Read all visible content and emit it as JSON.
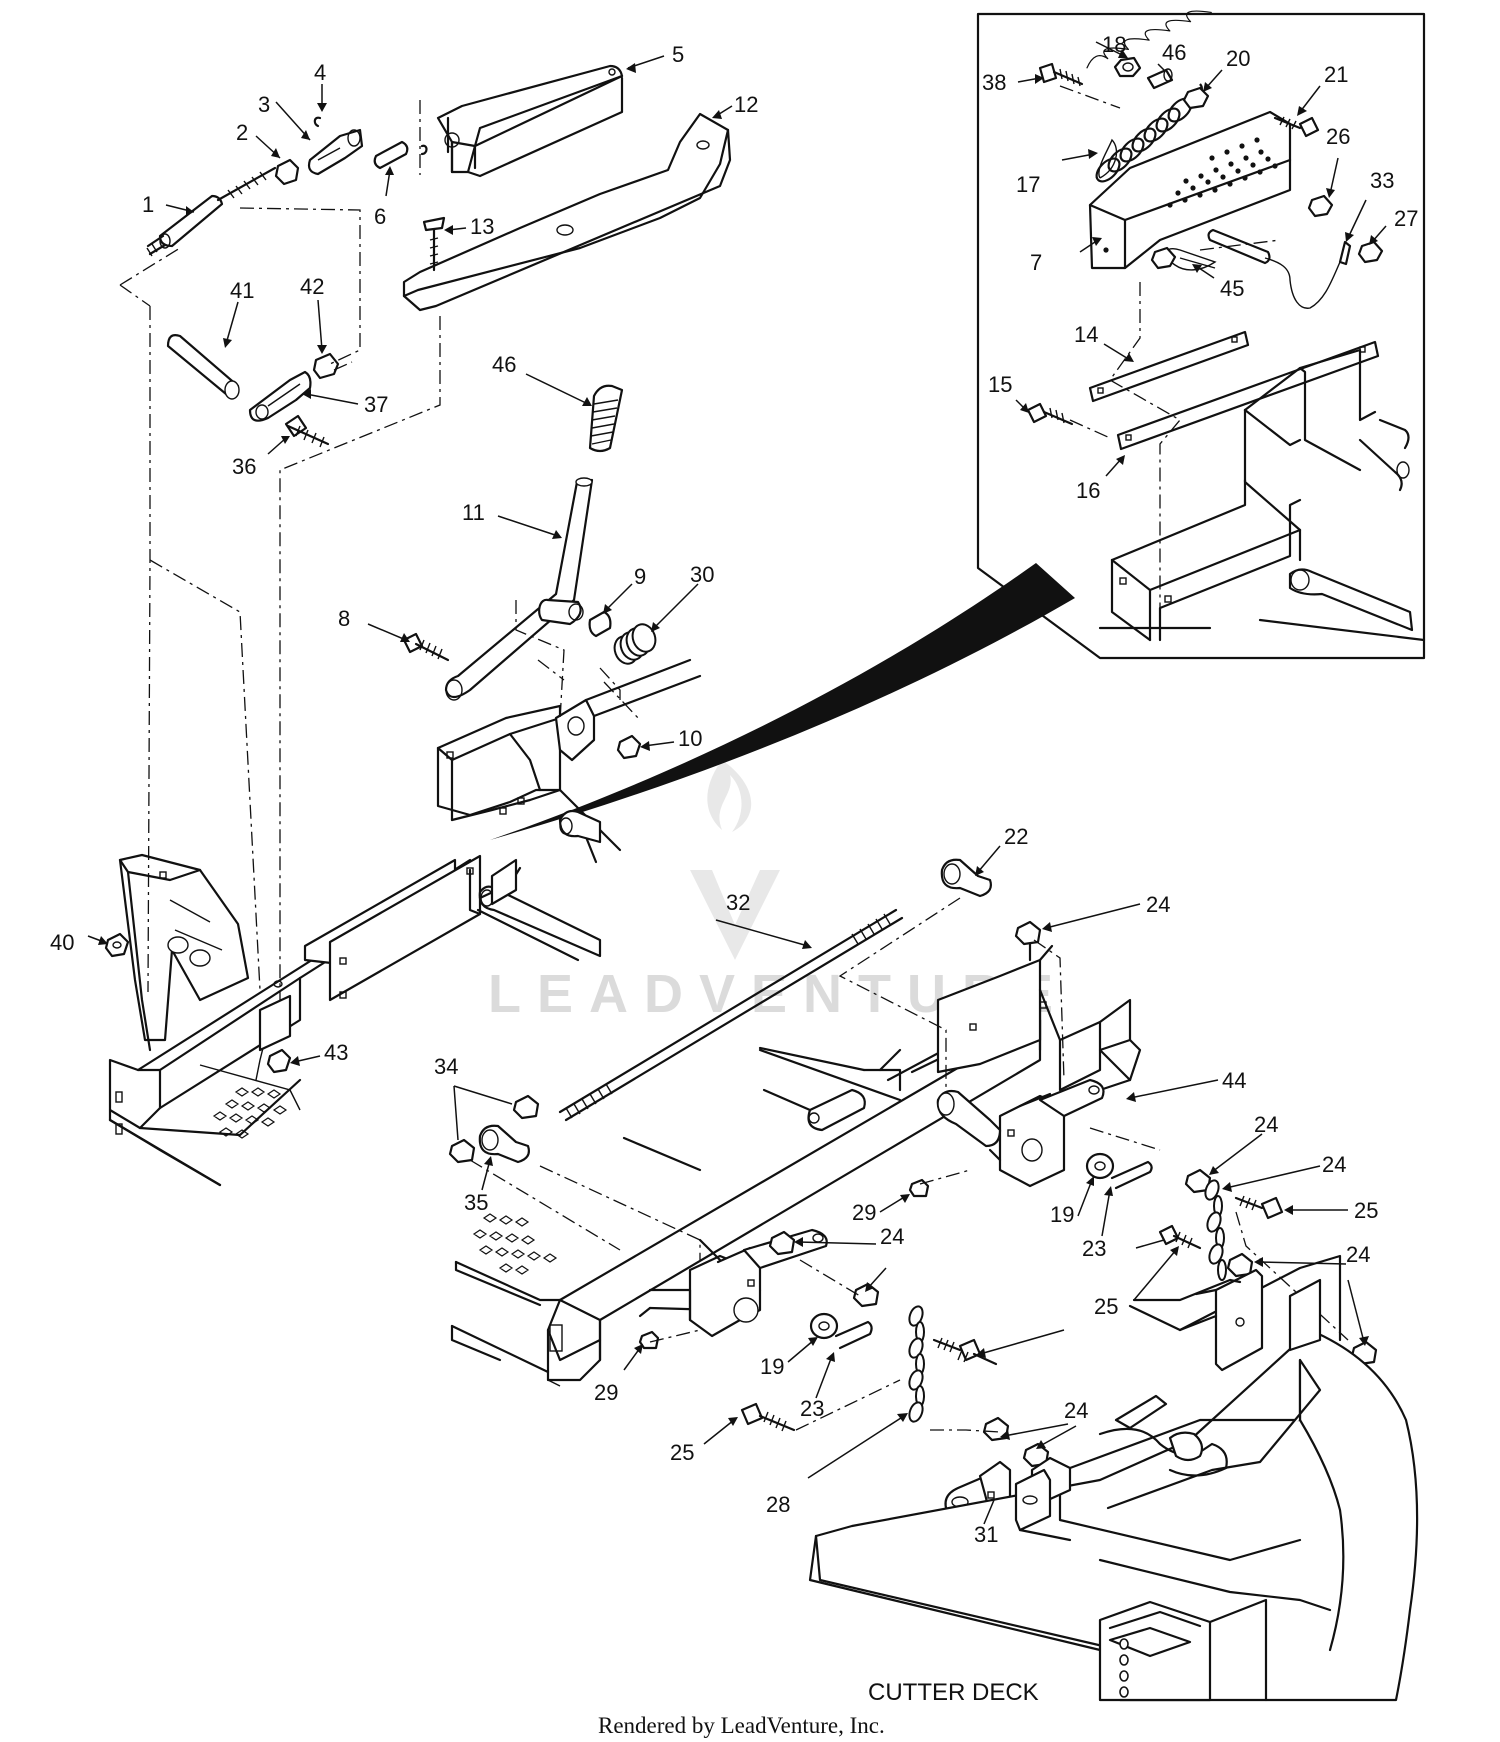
{
  "diagram": {
    "section_label": "CUTTER DECK",
    "footer": "Rendered by LeadVenture, Inc.",
    "watermark": "LEADVENTURE",
    "callouts": [
      {
        "id": "c1",
        "label": "1"
      },
      {
        "id": "c2",
        "label": "2"
      },
      {
        "id": "c3",
        "label": "3"
      },
      {
        "id": "c4",
        "label": "4"
      },
      {
        "id": "c5",
        "label": "5"
      },
      {
        "id": "c6",
        "label": "6"
      },
      {
        "id": "c7",
        "label": "7"
      },
      {
        "id": "c8",
        "label": "8"
      },
      {
        "id": "c9",
        "label": "9"
      },
      {
        "id": "c10",
        "label": "10"
      },
      {
        "id": "c11",
        "label": "11"
      },
      {
        "id": "c12",
        "label": "12"
      },
      {
        "id": "c13",
        "label": "13"
      },
      {
        "id": "c14",
        "label": "14"
      },
      {
        "id": "c15",
        "label": "15"
      },
      {
        "id": "c16",
        "label": "16"
      },
      {
        "id": "c17",
        "label": "17"
      },
      {
        "id": "c18",
        "label": "18"
      },
      {
        "id": "c19a",
        "label": "19"
      },
      {
        "id": "c19b",
        "label": "19"
      },
      {
        "id": "c20",
        "label": "20"
      },
      {
        "id": "c21",
        "label": "21"
      },
      {
        "id": "c22",
        "label": "22"
      },
      {
        "id": "c23a",
        "label": "23"
      },
      {
        "id": "c23b",
        "label": "23"
      },
      {
        "id": "c24a",
        "label": "24"
      },
      {
        "id": "c24b",
        "label": "24"
      },
      {
        "id": "c24c",
        "label": "24"
      },
      {
        "id": "c24d",
        "label": "24"
      },
      {
        "id": "c24e",
        "label": "24"
      },
      {
        "id": "c24f",
        "label": "24"
      },
      {
        "id": "c25a",
        "label": "25"
      },
      {
        "id": "c25b",
        "label": "25"
      },
      {
        "id": "c25c",
        "label": "25"
      },
      {
        "id": "c26",
        "label": "26"
      },
      {
        "id": "c27",
        "label": "27"
      },
      {
        "id": "c28a",
        "label": "28"
      },
      {
        "id": "c28b",
        "label": "28"
      },
      {
        "id": "c29a",
        "label": "29"
      },
      {
        "id": "c29b",
        "label": "29"
      },
      {
        "id": "c30",
        "label": "30"
      },
      {
        "id": "c31",
        "label": "31"
      },
      {
        "id": "c32",
        "label": "32"
      },
      {
        "id": "c33",
        "label": "33"
      },
      {
        "id": "c34",
        "label": "34"
      },
      {
        "id": "c35",
        "label": "35"
      },
      {
        "id": "c36",
        "label": "36"
      },
      {
        "id": "c37",
        "label": "37"
      },
      {
        "id": "c38",
        "label": "38"
      },
      {
        "id": "c40",
        "label": "40"
      },
      {
        "id": "c41",
        "label": "41"
      },
      {
        "id": "c42",
        "label": "42"
      },
      {
        "id": "c43",
        "label": "43"
      },
      {
        "id": "c44",
        "label": "44"
      },
      {
        "id": "c45",
        "label": "45"
      },
      {
        "id": "c46a",
        "label": "46"
      },
      {
        "id": "c46b",
        "label": "46"
      }
    ]
  }
}
